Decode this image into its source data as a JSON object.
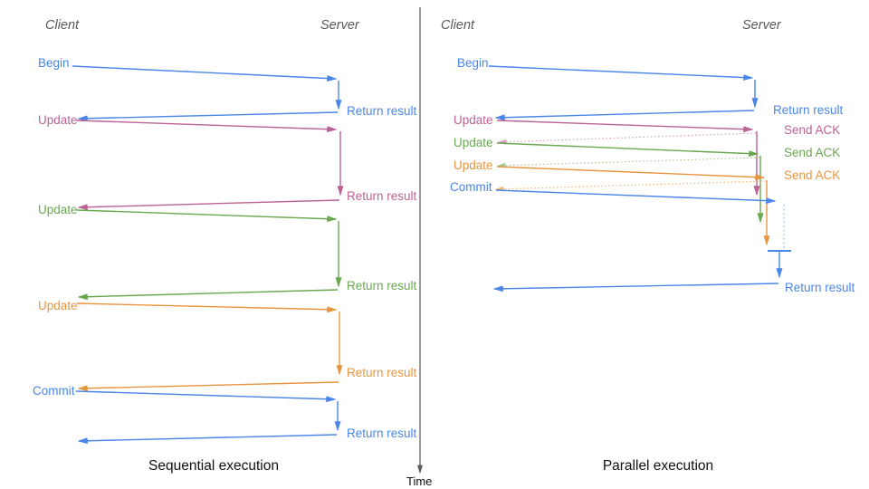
{
  "diagram": {
    "left": {
      "title": "Sequential execution",
      "client": "Client",
      "server": "Server",
      "messages": [
        {
          "request": "Begin",
          "response": "Return result"
        },
        {
          "request": "Update",
          "response": "Return result"
        },
        {
          "request": "Update",
          "response": "Return result"
        },
        {
          "request": "Update",
          "response": "Return result"
        },
        {
          "request": "Commit",
          "response": "Return result"
        }
      ]
    },
    "right": {
      "title": "Parallel execution",
      "client": "Client",
      "server": "Server",
      "messages": [
        {
          "request": "Begin",
          "response": "Return result"
        },
        {
          "request": "Update",
          "response": "Send ACK"
        },
        {
          "request": "Update",
          "response": "Send ACK"
        },
        {
          "request": "Update",
          "response": "Send ACK"
        },
        {
          "request": "Commit",
          "response": "Return result"
        }
      ]
    },
    "time_axis": {
      "label": "Time"
    }
  },
  "colors": {
    "request_blue": "#4a86e8",
    "request_magenta": "#bd6294",
    "request_green": "#6aa84f",
    "request_orange": "#e8953f",
    "ack_magenta_light": "#d5a0bf",
    "ack_green_light": "#a3cd8e",
    "ack_orange_light": "#f4b873",
    "ack_blue_light": "#a4c2f4",
    "axis_gray": "#595959"
  }
}
